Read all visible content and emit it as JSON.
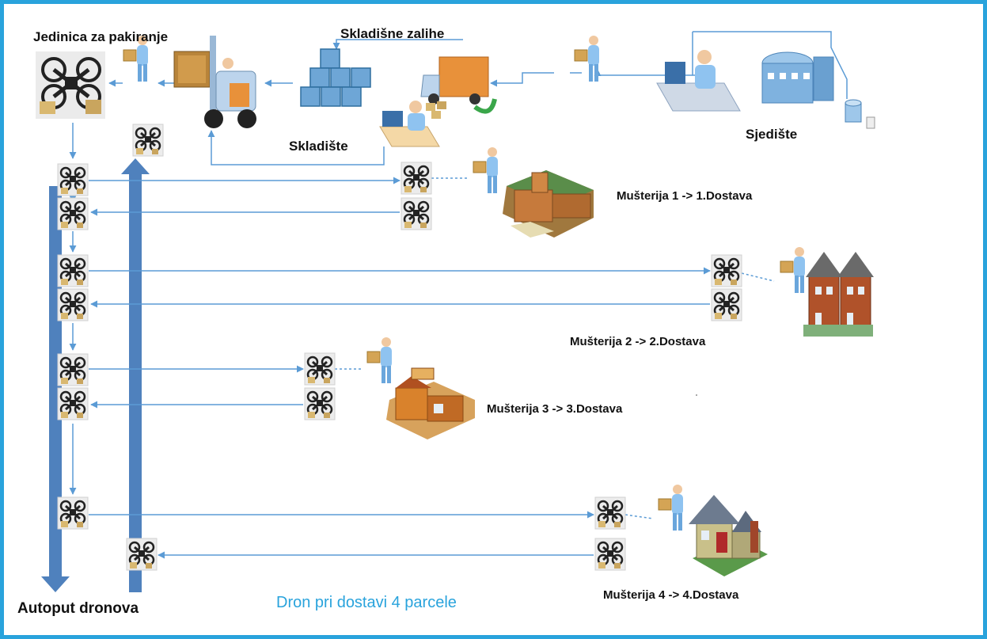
{
  "labels": {
    "packing_unit": "Jedinica za pakiranje",
    "warehouse_stock": "Skladišne zalihe",
    "warehouse": "Skladište",
    "headquarters": "Sjedište",
    "drone_highway": "Autoput dronova",
    "caption": "Dron pri dostavi 4 parcele"
  },
  "customers": [
    {
      "label": "Mušterija 1 -> 1.Dostava",
      "building": "office-building-icon"
    },
    {
      "label": "Mušterija 2 -> 2.Dostava",
      "building": "townhouses-icon"
    },
    {
      "label": "Mušterija 3 -> 3.Dostava",
      "building": "shop-building-icon"
    },
    {
      "label": "Mušterija 4 -> 4.Dostava",
      "building": "house-icon"
    }
  ],
  "colors": {
    "frame": "#29a3dc",
    "highway": "#4f81bd",
    "flow_line": "#5b9bd5",
    "caption": "#29a3dc"
  }
}
